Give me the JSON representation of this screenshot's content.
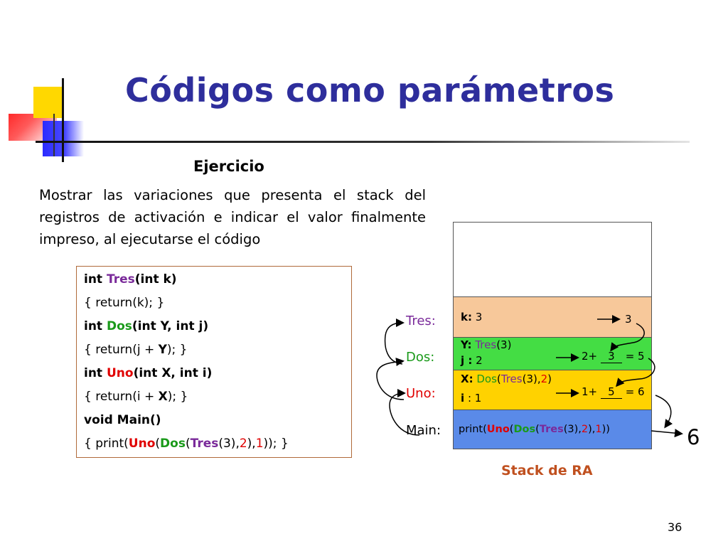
{
  "slide": {
    "title": "Códigos como parámetros",
    "page_number": "36"
  },
  "exercise": {
    "heading": "Ejercicio",
    "text": "Mostrar las variaciones que presenta el stack del registros de activación e indicar el valor finalmente impreso, al ejecutarse el código"
  },
  "code": {
    "l1_kw": "int ",
    "l1_fn": "Tres",
    "l1_rest": "(int k)",
    "l2": "{ return(k); }",
    "l3_kw": "int ",
    "l3_fn": "Dos",
    "l3_rest": "(int Y, int j)",
    "l4_a": "{ return(j + ",
    "l4_var": "Y",
    "l4_b": "); }",
    "l5_kw": "int ",
    "l5_fn": "Uno",
    "l5_rest": "(int X, int i)",
    "l6_a": "{ return(i + ",
    "l6_var": "X",
    "l6_b": "); }",
    "l7": "void Main()",
    "l8_a": "{ print(",
    "l8_uno": "Uno",
    "l8_p1": "(",
    "l8_dos": "Dos",
    "l8_p2": "(",
    "l8_tres": "Tres",
    "l8_p3": "(3),",
    "l8_two": "2",
    "l8_p4": "),",
    "l8_one": "1",
    "l8_b": ")); }"
  },
  "stack": {
    "labels": {
      "tres": "Tres:",
      "dos": "Dos:",
      "uno": "Uno:",
      "main": "Main:"
    },
    "tres_frame": {
      "var": "k:",
      "val": "3",
      "result": "3"
    },
    "dos_frame": {
      "y_var": "Y:",
      "y_fn": "Tres",
      "y_arg": "(3)",
      "j_var": "j :",
      "j_val": "2",
      "calc_pre": "2+",
      "calc_blank": "3",
      "calc_post": "= 5"
    },
    "uno_frame": {
      "x_var": "X:",
      "x_fn1": "Dos",
      "x_p1": "(",
      "x_fn2": "Tres",
      "x_p2": "(3),",
      "x_two": "2",
      "x_p3": ")",
      "i_var": "i",
      "i_colon": ": 1",
      "calc_pre": "1+",
      "calc_blank": "5",
      "calc_post": "= 6"
    },
    "main_frame": {
      "a": "print(",
      "uno": "Uno",
      "p1": "(",
      "dos": "Dos",
      "p2": "(",
      "tres": "Tres",
      "p3": "(3),",
      "two": "2",
      "p4": "),",
      "one": "1",
      "b": "))"
    },
    "printed_result": "6",
    "caption": "Stack de RA"
  },
  "colors": {
    "title": "#2e2e9c",
    "tres_frame": "#f7c89a",
    "dos_frame": "#44dd44",
    "uno_frame": "#ffd200",
    "main_frame": "#5a8ae8",
    "caption": "#c0501f",
    "code_border": "#b06a3a"
  }
}
